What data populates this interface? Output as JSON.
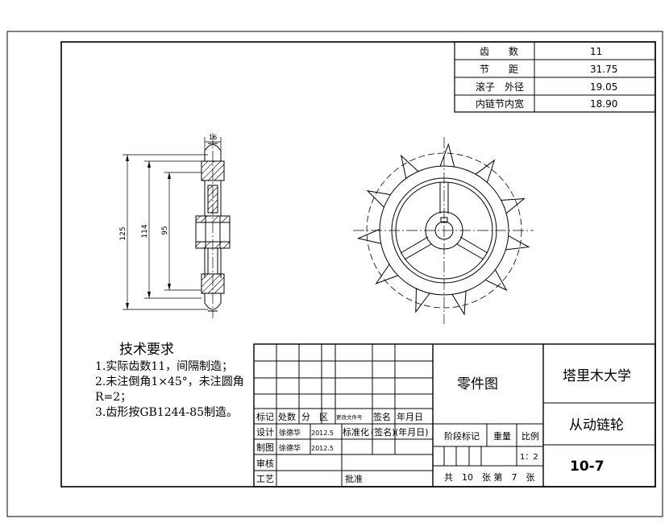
{
  "params_table": {
    "rows": [
      {
        "label": "齿　　数",
        "value": "11"
      },
      {
        "label": "节　　距",
        "value": "31.75"
      },
      {
        "label": "滚子　外径",
        "value": "19.05"
      },
      {
        "label": "内链节内宽",
        "value": "18.90"
      }
    ]
  },
  "dimensions": {
    "hub_width": "16",
    "outer_dia": "125",
    "pitch_dia": "114",
    "inner_dia": "95"
  },
  "tech_requirements": {
    "title": "技术要求",
    "items": [
      "1.实际齿数11，间隔制造；",
      "2.未注倒角1×45°，未注圆角R=2；",
      "3.齿形按GB1244-85制造。"
    ]
  },
  "title_block": {
    "drawing_type": "零件图",
    "university": "塔里木大学",
    "part_name": "从动链轮",
    "drawing_number": "10-7",
    "row_labels": {
      "biaoji": "标记",
      "chushu": "处数",
      "fenqu": "分　区",
      "gengai": "更改文件号",
      "qianming": "签名",
      "nianyueri": "年月日",
      "sheji": "设计",
      "sheji_name": "徐德华",
      "sheji_date": "2012.5",
      "biaozhunhua": "标准化",
      "qianming2": "(签名)",
      "nianyueri2": "(年月日)",
      "zhitu": "制图",
      "zhitu_name": "徐德华",
      "zhitu_date": "2012.5",
      "shenhe": "审核",
      "gongyi": "工艺",
      "pizhun": "批准"
    },
    "stage_label": "阶段标记",
    "weight_label": "重量",
    "scale_label": "比例",
    "scale_value": "1：2",
    "sheets": "共　10　张 第　7　张"
  }
}
